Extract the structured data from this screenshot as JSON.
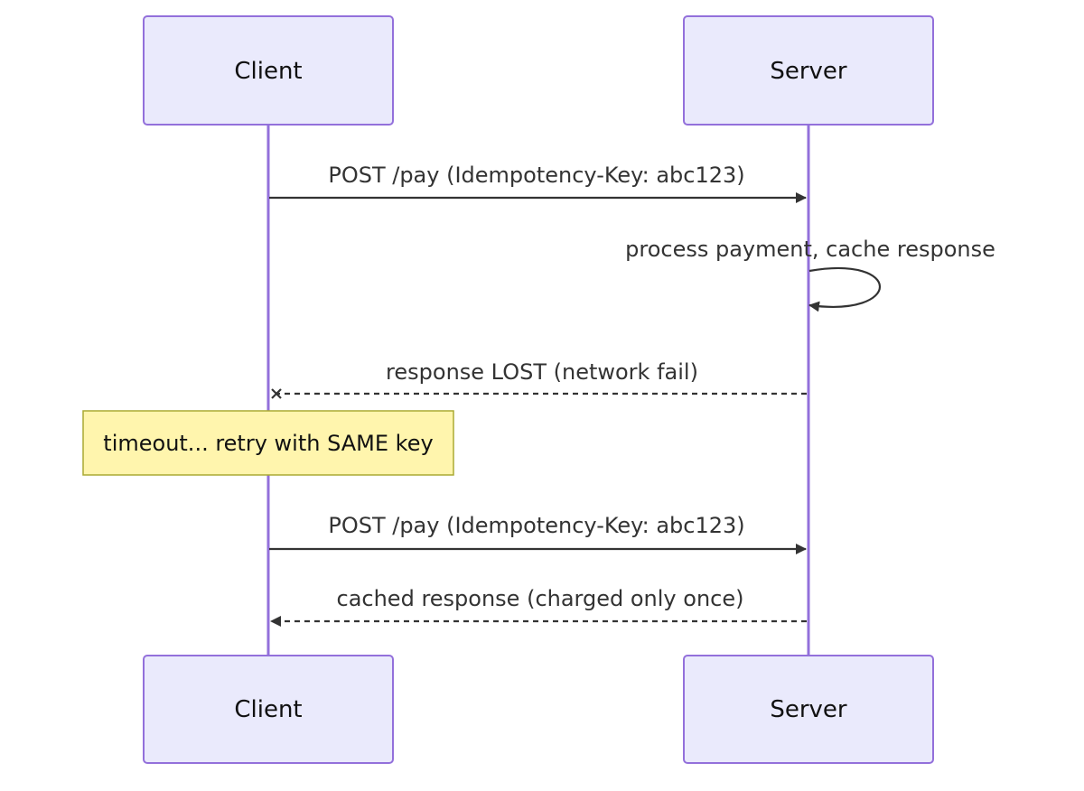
{
  "participants": [
    {
      "label": "Client"
    },
    {
      "label": "Server"
    }
  ],
  "messages": [
    {
      "from": "Client",
      "to": "Server",
      "label": "POST /pay (Idempotency-Key: abc123)",
      "line": "solid",
      "arrow": "filled"
    },
    {
      "from": "Server",
      "to": "Server",
      "label": "process payment, cache response",
      "line": "solid",
      "arrow": "filled"
    },
    {
      "from": "Server",
      "to": "Client",
      "label": "response LOST (network fail)",
      "line": "dashed",
      "arrow": "cross"
    },
    {
      "from": "Client",
      "to": "Server",
      "label": "POST /pay (Idempotency-Key: abc123)",
      "line": "solid",
      "arrow": "filled"
    },
    {
      "from": "Server",
      "to": "Client",
      "label": "cached response (charged only once)",
      "line": "dashed",
      "arrow": "filled"
    }
  ],
  "note": {
    "over": "Client",
    "text": "timeout... retry with SAME key"
  },
  "colors": {
    "actor_fill": "#eaeafc",
    "actor_border": "#9370db",
    "lifeline": "#9370db",
    "message_line": "#333333",
    "note_fill": "#fff5ad",
    "note_border": "#aaaa33"
  }
}
